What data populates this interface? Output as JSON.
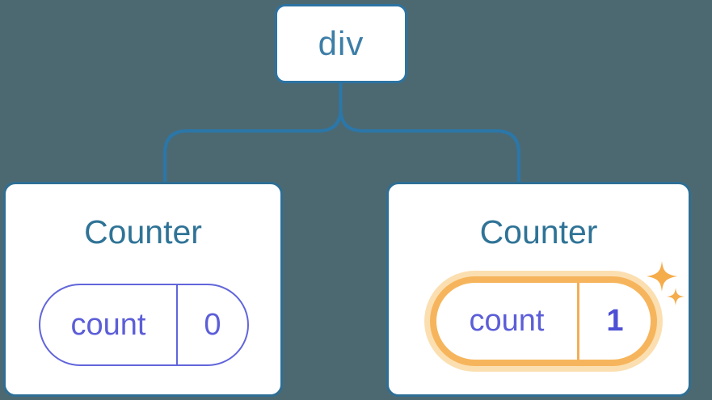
{
  "diagram": {
    "description": "React component tree: a div root with two Counter children; the second Counter's count state was updated to 1 (highlighted with sparkles).",
    "root": {
      "label": "div"
    },
    "children": [
      {
        "title": "Counter",
        "state_key": "count",
        "state_value": "0",
        "highlighted": false
      },
      {
        "title": "Counter",
        "state_key": "count",
        "state_value": "1",
        "highlighted": true
      }
    ]
  },
  "colors": {
    "background": "#4C6972",
    "connector": "#2B77A9",
    "root_border": "#2C73A3",
    "root_label": "#3D7EA7",
    "card_border": "#2E6E94",
    "card_title": "#2F7396",
    "state_purple": "#5C5ED8",
    "state_pill_border": "#6165DB",
    "highlight_value": "#4D50D4",
    "highlight_ring": "#F6B55C",
    "highlight_glow": "#FBDFB1",
    "sparkle": "#F5AC4B"
  }
}
